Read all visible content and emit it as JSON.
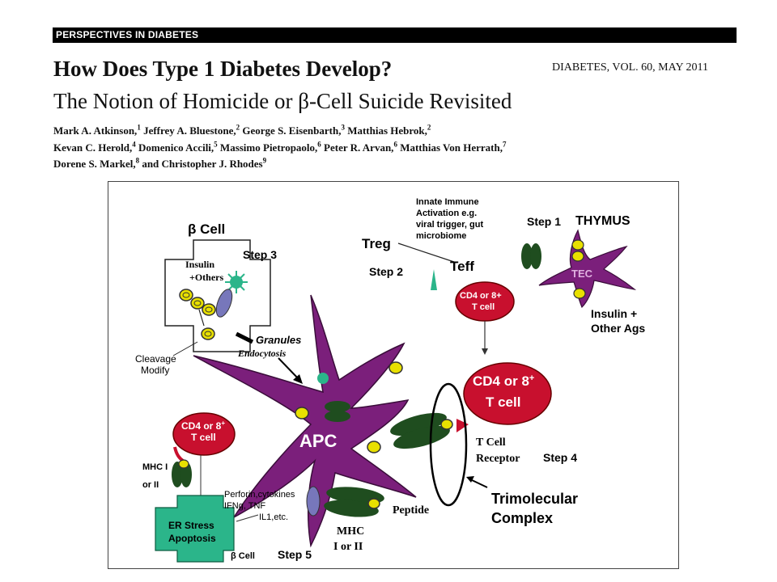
{
  "header": {
    "section": "PERSPECTIVES IN DIABETES"
  },
  "paper": {
    "title": "How Does Type 1 Diabetes Develop?",
    "journal": "DIABETES, VOL. 60, MAY 2011",
    "subtitle_prefix": "The Notion of Homicide or ",
    "subtitle_beta": "β",
    "subtitle_suffix": "-Cell Suicide Revisited",
    "authors": [
      {
        "name": "Mark A. Atkinson,",
        "sup": "1"
      },
      {
        "name": "Jeffrey A. Bluestone,",
        "sup": "2"
      },
      {
        "name": "George S. Eisenbarth,",
        "sup": "3"
      },
      {
        "name": "Matthias Hebrok,",
        "sup": "2"
      },
      {
        "name": "Kevan C. Herold,",
        "sup": "4"
      },
      {
        "name": "Domenico Accili,",
        "sup": "5"
      },
      {
        "name": "Massimo Pietropaolo,",
        "sup": "6"
      },
      {
        "name": "Peter R. Arvan,",
        "sup": "6"
      },
      {
        "name": "Matthias Von Herrath,",
        "sup": "7"
      },
      {
        "name": "Dorene S. Markel,",
        "sup": "8"
      },
      {
        "name": "and Christopher J. Rhodes",
        "sup": "9"
      }
    ]
  },
  "figure": {
    "beta_cell_top": "β Cell",
    "step3": "Step 3",
    "insulin": "Insulin",
    "others": "+Others",
    "granules": "Granules",
    "endocytosis": "Endocytosis",
    "cleavage": "Cleavage",
    "modify": "Modify",
    "innate1": "Innate Immune",
    "innate2": "Activation e.g.",
    "innate3": "viral trigger, gut",
    "innate4": "microbiome",
    "treg": "Treg",
    "step2": "Step 2",
    "teff": "Teff",
    "step1": "Step 1",
    "thymus": "THYMUS",
    "tec": "TEC",
    "cd4_small_1": "CD4 or 8+",
    "cd4_small_2": "T cell",
    "insulin_other1": "Insulin +",
    "insulin_other2": "Other Ags",
    "cd4_big_1": "CD4 or 8",
    "cd4_big_sup": "+",
    "cd4_big_2": "T cell",
    "apc": "APC",
    "tcell_receptor1": "T Cell",
    "tcell_receptor2": "Receptor",
    "step4": "Step 4",
    "trimolecular1": "Trimolecular",
    "trimolecular2": "Complex",
    "cd4_left_1": "CD4 or 8",
    "cd4_left_sup": "+",
    "cd4_left_2": "T cell",
    "mhc_left1": "MHC I",
    "mhc_left2": "or II",
    "perforin1": "Perforin,cytokines",
    "perforin2": "IFNg, TNF",
    "il1": "IL1,etc.",
    "er1": "ER Stress",
    "er2": "Apoptosis",
    "beta_cell_bottom": "β Cell",
    "step5": "Step 5",
    "peptide": "Peptide",
    "mhc_bottom1": "MHC",
    "mhc_bottom2": "I or II",
    "colors": {
      "apc_purple": "#7b1f7b",
      "tcell_red": "#c8102e",
      "mhc_green": "#1f4d1f",
      "er_green": "#2bb58a",
      "peptide_yellow": "#e8e000"
    }
  }
}
